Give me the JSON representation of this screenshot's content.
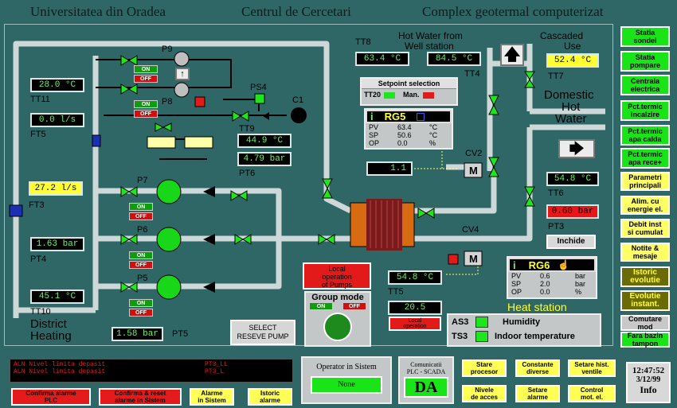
{
  "header": {
    "university": "Universitatea din Oradea",
    "center": "Centrul de Cercetari",
    "complex": "Complex geotermal computerizat"
  },
  "sensors": {
    "tt11": {
      "label": "TT11",
      "value": "28.0 °C"
    },
    "ft5": {
      "label": "FT5",
      "value": "0.0 l/s"
    },
    "ft3": {
      "label": "FT3",
      "value": "27.2 l/s"
    },
    "pt4": {
      "label": "PT4",
      "value": "1.63 bar"
    },
    "tt10": {
      "label": "TT10",
      "value": "45.1 °C"
    },
    "pt5_bottom": {
      "label": "PT5",
      "value": "1.58 bar"
    },
    "tt9": {
      "label": "TT9",
      "value": "44.9 °C"
    },
    "pt6": {
      "label": "PT6",
      "value": "4.79 bar"
    },
    "tt8": {
      "label": "TT8",
      "value": "63.4 °C"
    },
    "tt4": {
      "label": "TT4",
      "value": "84.5 °C"
    },
    "tt7": {
      "label": "TT7",
      "value": "52.4 °C"
    },
    "cv2_val": "1.1",
    "tt6": {
      "label": "TT6",
      "value": "54.8 °C"
    },
    "pt3": {
      "label": "PT3",
      "value": "0.60 bar"
    },
    "tt5": {
      "label": "TT5",
      "value": "54.8 °C"
    },
    "tt5_small": "20.5"
  },
  "labels": {
    "p9": "P9",
    "p8": "P8",
    "ps4": "PS4",
    "c1": "C1",
    "p7": "P7",
    "p6": "P6",
    "p5": "P5",
    "cv2": "CV2",
    "cv4": "CV4",
    "hot_water_line1": "Hot Water from",
    "hot_water_line2": "Well station",
    "cascaded_line1": "Cascaded",
    "cascaded_line2": "Use",
    "domestic_line1": "Domestic",
    "domestic_line2": "Hot",
    "domestic_line3": "Water",
    "district_line1": "District",
    "district_line2": "Heating",
    "heat_station": "Heat station",
    "on": "ON",
    "off": "OFF"
  },
  "setpoint": {
    "title": "Setpoint selection",
    "tt20": "TT20",
    "man": "Man."
  },
  "rg5": {
    "name": "RG5",
    "i": "i",
    "rows": [
      {
        "k": "PV",
        "v": "63.4",
        "u": "°C"
      },
      {
        "k": "SP",
        "v": "50.6",
        "u": "°C"
      },
      {
        "k": "OP",
        "v": "0.0",
        "u": "%"
      }
    ]
  },
  "rg6": {
    "name": "RG6",
    "i": "i",
    "rows": [
      {
        "k": "PV",
        "v": "0.6",
        "u": "bar"
      },
      {
        "k": "SP",
        "v": "2.0",
        "u": "bar"
      },
      {
        "k": "OP",
        "v": "0.0",
        "u": "%"
      }
    ]
  },
  "controls": {
    "inchide": "Inchide",
    "local_pumps_l1": "Local",
    "local_pumps_l2": "operation",
    "local_pumps_l3": "of Pumps",
    "group_mode": "Group mode",
    "local_op_l1": "Local",
    "local_op_l2": "operation",
    "select_l1": "SELECT",
    "select_l2": "RESEVE PUMP"
  },
  "indicators": {
    "as3": "AS3",
    "humidity": "Humidity",
    "ts3": "TS3",
    "indoor": "Indoor temperature"
  },
  "sidebar": [
    {
      "l1": "Statia",
      "l2": "sondei",
      "style": "green"
    },
    {
      "l1": "Statia",
      "l2": "pompare",
      "style": "green"
    },
    {
      "l1": "Centrala",
      "l2": "electrica",
      "style": "green"
    },
    {
      "l1": "Pct.termic",
      "l2": "incalzire",
      "style": "green"
    },
    {
      "l1": "Pct.termic",
      "l2": "apa calda",
      "style": "green"
    },
    {
      "l1": "Pct.termic",
      "l2": "apa rece+",
      "style": "green"
    },
    {
      "l1": "Parametri",
      "l2": "principali",
      "style": "yellow"
    },
    {
      "l1": "Alim. cu",
      "l2": "energie el.",
      "style": "yellow"
    },
    {
      "l1": "Debit inst",
      "l2": "si cumulat",
      "style": "yellow"
    },
    {
      "l1": "Notite &",
      "l2": "mesaje",
      "style": "yellow"
    },
    {
      "l1": "Istoric",
      "l2": "evolutie",
      "style": "olive"
    },
    {
      "l1": "Evolutie",
      "l2": "instant.",
      "style": "olive"
    },
    {
      "l1": "Comutare",
      "l2": "mod",
      "style": "gray"
    },
    {
      "l1": "Fara bazin",
      "l2": "tampon",
      "style": "green"
    }
  ],
  "alarms": [
    {
      "text": "ALN Nivel limita depasit",
      "code": "PT3_LL"
    },
    {
      "text": "ALN Nivel limita depasit",
      "code": "PT3_L"
    }
  ],
  "operator": {
    "title": "Operator in Sistem",
    "value": "None"
  },
  "comm": {
    "l1": "Comunicatii",
    "l2": "PLC - SCADA",
    "value": "DA"
  },
  "bottom_buttons": [
    {
      "l1": "Confirma alarme",
      "l2": "PLC"
    },
    {
      "l1": "Confirma & reset",
      "l2": "alarme in Sistem"
    },
    {
      "l1": "Alarme",
      "l2": "in Sistem"
    },
    {
      "l1": "Istoric",
      "l2": "alarme"
    }
  ],
  "grid_buttons": [
    {
      "l1": "Stare",
      "l2": "procesor"
    },
    {
      "l1": "Constante",
      "l2": "diverse"
    },
    {
      "l1": "Setare hist.",
      "l2": "ventile"
    },
    {
      "l1": "Nivele",
      "l2": "de acces"
    },
    {
      "l1": "Setare",
      "l2": "alarme"
    },
    {
      "l1": "Control",
      "l2": "mot. el."
    }
  ],
  "clock": {
    "time": "12:47:52",
    "date": "3/12/99",
    "info": "Info"
  }
}
